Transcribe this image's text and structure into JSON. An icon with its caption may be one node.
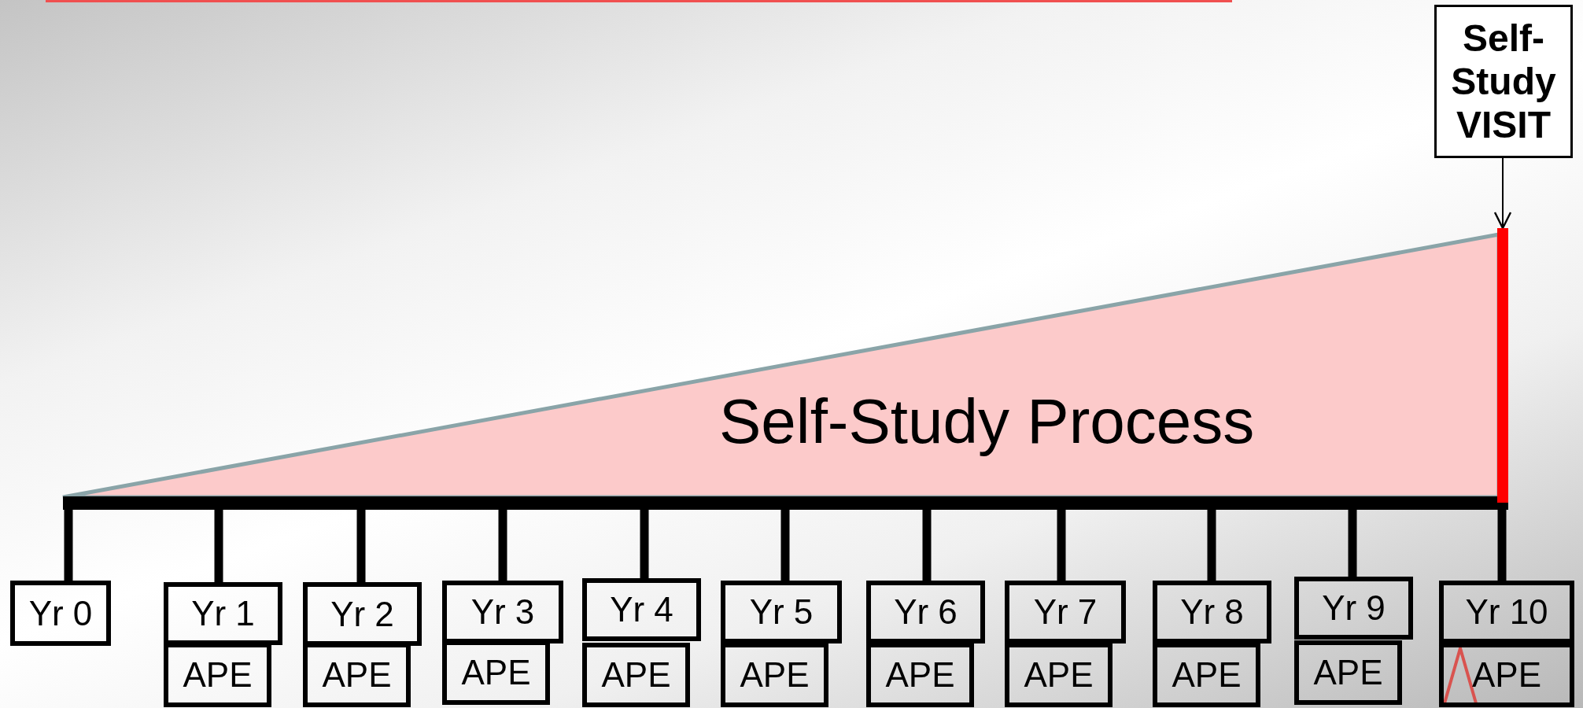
{
  "diagram": {
    "nodes": [
      {
        "text": [
          "Self-Study VISIT"
        ]
      },
      {
        "text": [],
        "shape": "bar"
      },
      {
        "text": [
          "Self-Study Process"
        ]
      },
      {
        "text": [],
        "shape": "bar"
      },
      {
        "text": [
          "Yr 0"
        ]
      },
      {
        "text": [
          "Yr 1"
        ]
      },
      {
        "text": [
          "Yr 2"
        ]
      },
      {
        "text": [
          "Yr 3"
        ]
      },
      {
        "text": [
          "Yr 4"
        ]
      },
      {
        "text": [
          "Yr 5"
        ]
      },
      {
        "text": [
          "Yr 6"
        ]
      },
      {
        "text": [
          "Yr 7"
        ]
      },
      {
        "text": [
          "Yr 8"
        ]
      },
      {
        "text": [
          "Yr 9"
        ]
      },
      {
        "text": [
          "Yr 10"
        ]
      },
      {
        "text": [
          "APE"
        ]
      },
      {
        "text": [
          "APE"
        ]
      },
      {
        "text": [
          "APE"
        ]
      },
      {
        "text": [
          "APE"
        ]
      },
      {
        "text": [
          "APE"
        ]
      },
      {
        "text": [
          "APE"
        ]
      },
      {
        "text": [
          "APE"
        ]
      },
      {
        "text": [
          "APE"
        ]
      },
      {
        "text": [
          "APE"
        ]
      },
      {
        "text": [
          "APE"
        ]
      }
    ],
    "edges": [
      {
        "from": 0,
        "to": 1,
        "arrow": "to"
      },
      {
        "from": 3,
        "to": 4,
        "arrow": "none"
      },
      {
        "from": 3,
        "to": 5,
        "arrow": "none"
      },
      {
        "from": 3,
        "to": 6,
        "arrow": "none"
      },
      {
        "from": 3,
        "to": 7,
        "arrow": "none"
      },
      {
        "from": 3,
        "to": 8,
        "arrow": "none"
      },
      {
        "from": 3,
        "to": 9,
        "arrow": "none"
      },
      {
        "from": 3,
        "to": 10,
        "arrow": "none"
      },
      {
        "from": 3,
        "to": 11,
        "arrow": "none"
      },
      {
        "from": 3,
        "to": 12,
        "arrow": "none"
      },
      {
        "from": 3,
        "to": 13,
        "arrow": "none"
      },
      {
        "from": 3,
        "to": 14,
        "arrow": "none"
      }
    ]
  }
}
